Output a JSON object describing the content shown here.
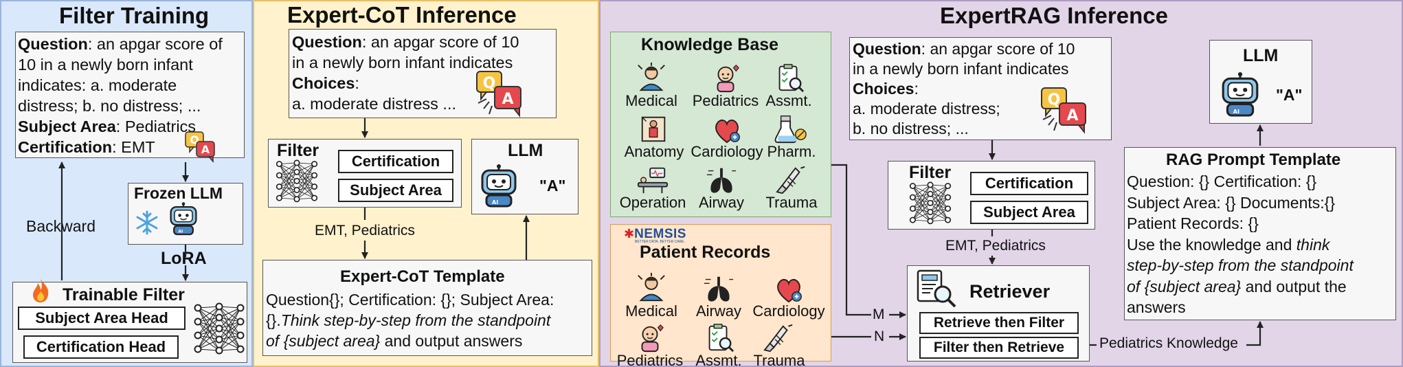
{
  "filter_training": {
    "title": "Filter Training",
    "question_label": "Question",
    "question_lines": [
      ": an apgar score of",
      "10 in a newly born infant",
      "indicates: a. moderate",
      "distress; b. no distress; ..."
    ],
    "subject_area_label": "Subject Area",
    "subject_area_value": ": Pediatrics",
    "certification_label": "Certification",
    "certification_value": ": EMT",
    "backward_label": "Backward",
    "frozen_llm_label": "Frozen LLM",
    "lora_label": "LoRA",
    "trainable_filter_label": "Trainable Filter",
    "subject_area_head": "Subject Area Head",
    "certification_head": "Certification Head"
  },
  "expert_cot": {
    "title": "Expert-CoT Inference",
    "question_label": "Question",
    "question_lines": [
      ": an apgar score of 10",
      "in a newly born infant indicates"
    ],
    "choices_label": "Choices",
    "choices_suffix": ":",
    "choice_line": "a. moderate distress ...",
    "filter_label": "Filter",
    "certification_box": "Certification",
    "subject_area_box": "Subject Area",
    "llm_label": "LLM",
    "answer": "\"A\"",
    "edge_label": "EMT, Pediatrics",
    "template_title": "Expert-CoT Template",
    "template_line1": "Question{}; Certification: {}; Subject Area:",
    "template_line2_normal": "{}.",
    "template_line2_italic": "Think step-by-step from the standpoint",
    "template_line3_italic": "of {subject area}",
    "template_line3_normal": " and output answers"
  },
  "expert_rag": {
    "title": "ExpertRAG Inference",
    "knowledge_base_title": "Knowledge Base",
    "kb_items": [
      "Medical",
      "Pediatrics",
      "Assmt.",
      "Anatomy",
      "Cardiology",
      "Pharm.",
      "Operation",
      "Airway",
      "Trauma"
    ],
    "patient_records_title": "Patient Records",
    "nemsis_logo": "NEMSIS",
    "nemsis_tagline": "BETTER DATA. BETTER CARE.",
    "pr_items": [
      "Medical",
      "Airway",
      "Cardiology",
      "Pediatrics",
      "Assmt.",
      "Trauma"
    ],
    "question_label": "Question",
    "question_lines": [
      ": an apgar score of 10",
      "in a newly born infant indicates"
    ],
    "choices_label": "Choices",
    "choices_suffix": ":",
    "choice_lines": [
      "a. moderate distress;",
      "b. no distress; ..."
    ],
    "filter_label": "Filter",
    "certification_box": "Certification",
    "subject_area_box": "Subject Area",
    "edge_label": "EMT, Pediatrics",
    "retriever_label": "Retriever",
    "retrieve_then_filter": "Retrieve then Filter",
    "filter_then_retrieve": "Filter then Retrieve",
    "m_label": "M",
    "n_label": "N",
    "pediatrics_knowledge": "Pediatrics Knowledge",
    "llm_label": "LLM",
    "answer": "\"A\"",
    "rag_title": "RAG Prompt Template",
    "rag_lines": [
      "Question: {}  Certification: {}",
      "Subject Area: {}  Documents:{}",
      "Patient Records: {}",
      "Use the knowledge and "
    ],
    "rag_italic_1": "think",
    "rag_italic_2": "step-by-step from the standpoint",
    "rag_italic_3": "of {subject area}",
    "rag_tail_3": " and output the",
    "rag_last": "answers"
  },
  "colors": {
    "panel_blue": "#dae8fc",
    "panel_yellow": "#fff2cc",
    "panel_purple": "#e1d5e7",
    "kb_green": "#d5e8d4",
    "pr_orange": "#ffe6cc"
  }
}
